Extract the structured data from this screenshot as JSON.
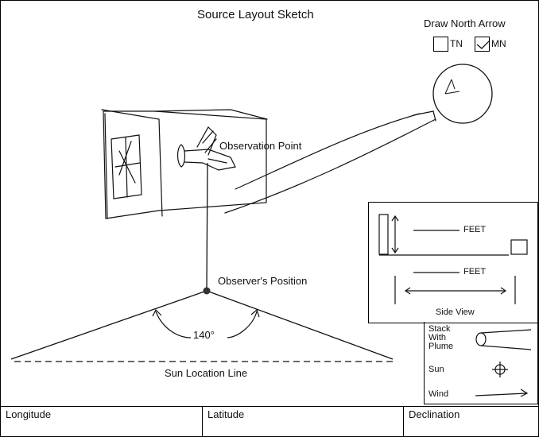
{
  "title": "Source Layout Sketch",
  "north_arrow": {
    "title": "Draw North Arrow",
    "options": [
      {
        "label": "TN",
        "checked": false
      },
      {
        "label": "MN",
        "checked": true
      }
    ]
  },
  "sketch": {
    "observation_point_label": "Observation Point",
    "observer_position_label": "Observer's Position",
    "angle_label": "140°",
    "sun_location_label": "Sun Location Line"
  },
  "side_view": {
    "feet_label_1": "FEET",
    "feet_label_2": "FEET",
    "caption": "Side View"
  },
  "legend": {
    "stack_label_1": "Stack",
    "stack_label_2": "With",
    "stack_label_3": "Plume",
    "sun_label": "Sun",
    "wind_label": "Wind"
  },
  "footer": {
    "longitude_label": "Longitude",
    "latitude_label": "Latitude",
    "declination_label": "Declination"
  }
}
